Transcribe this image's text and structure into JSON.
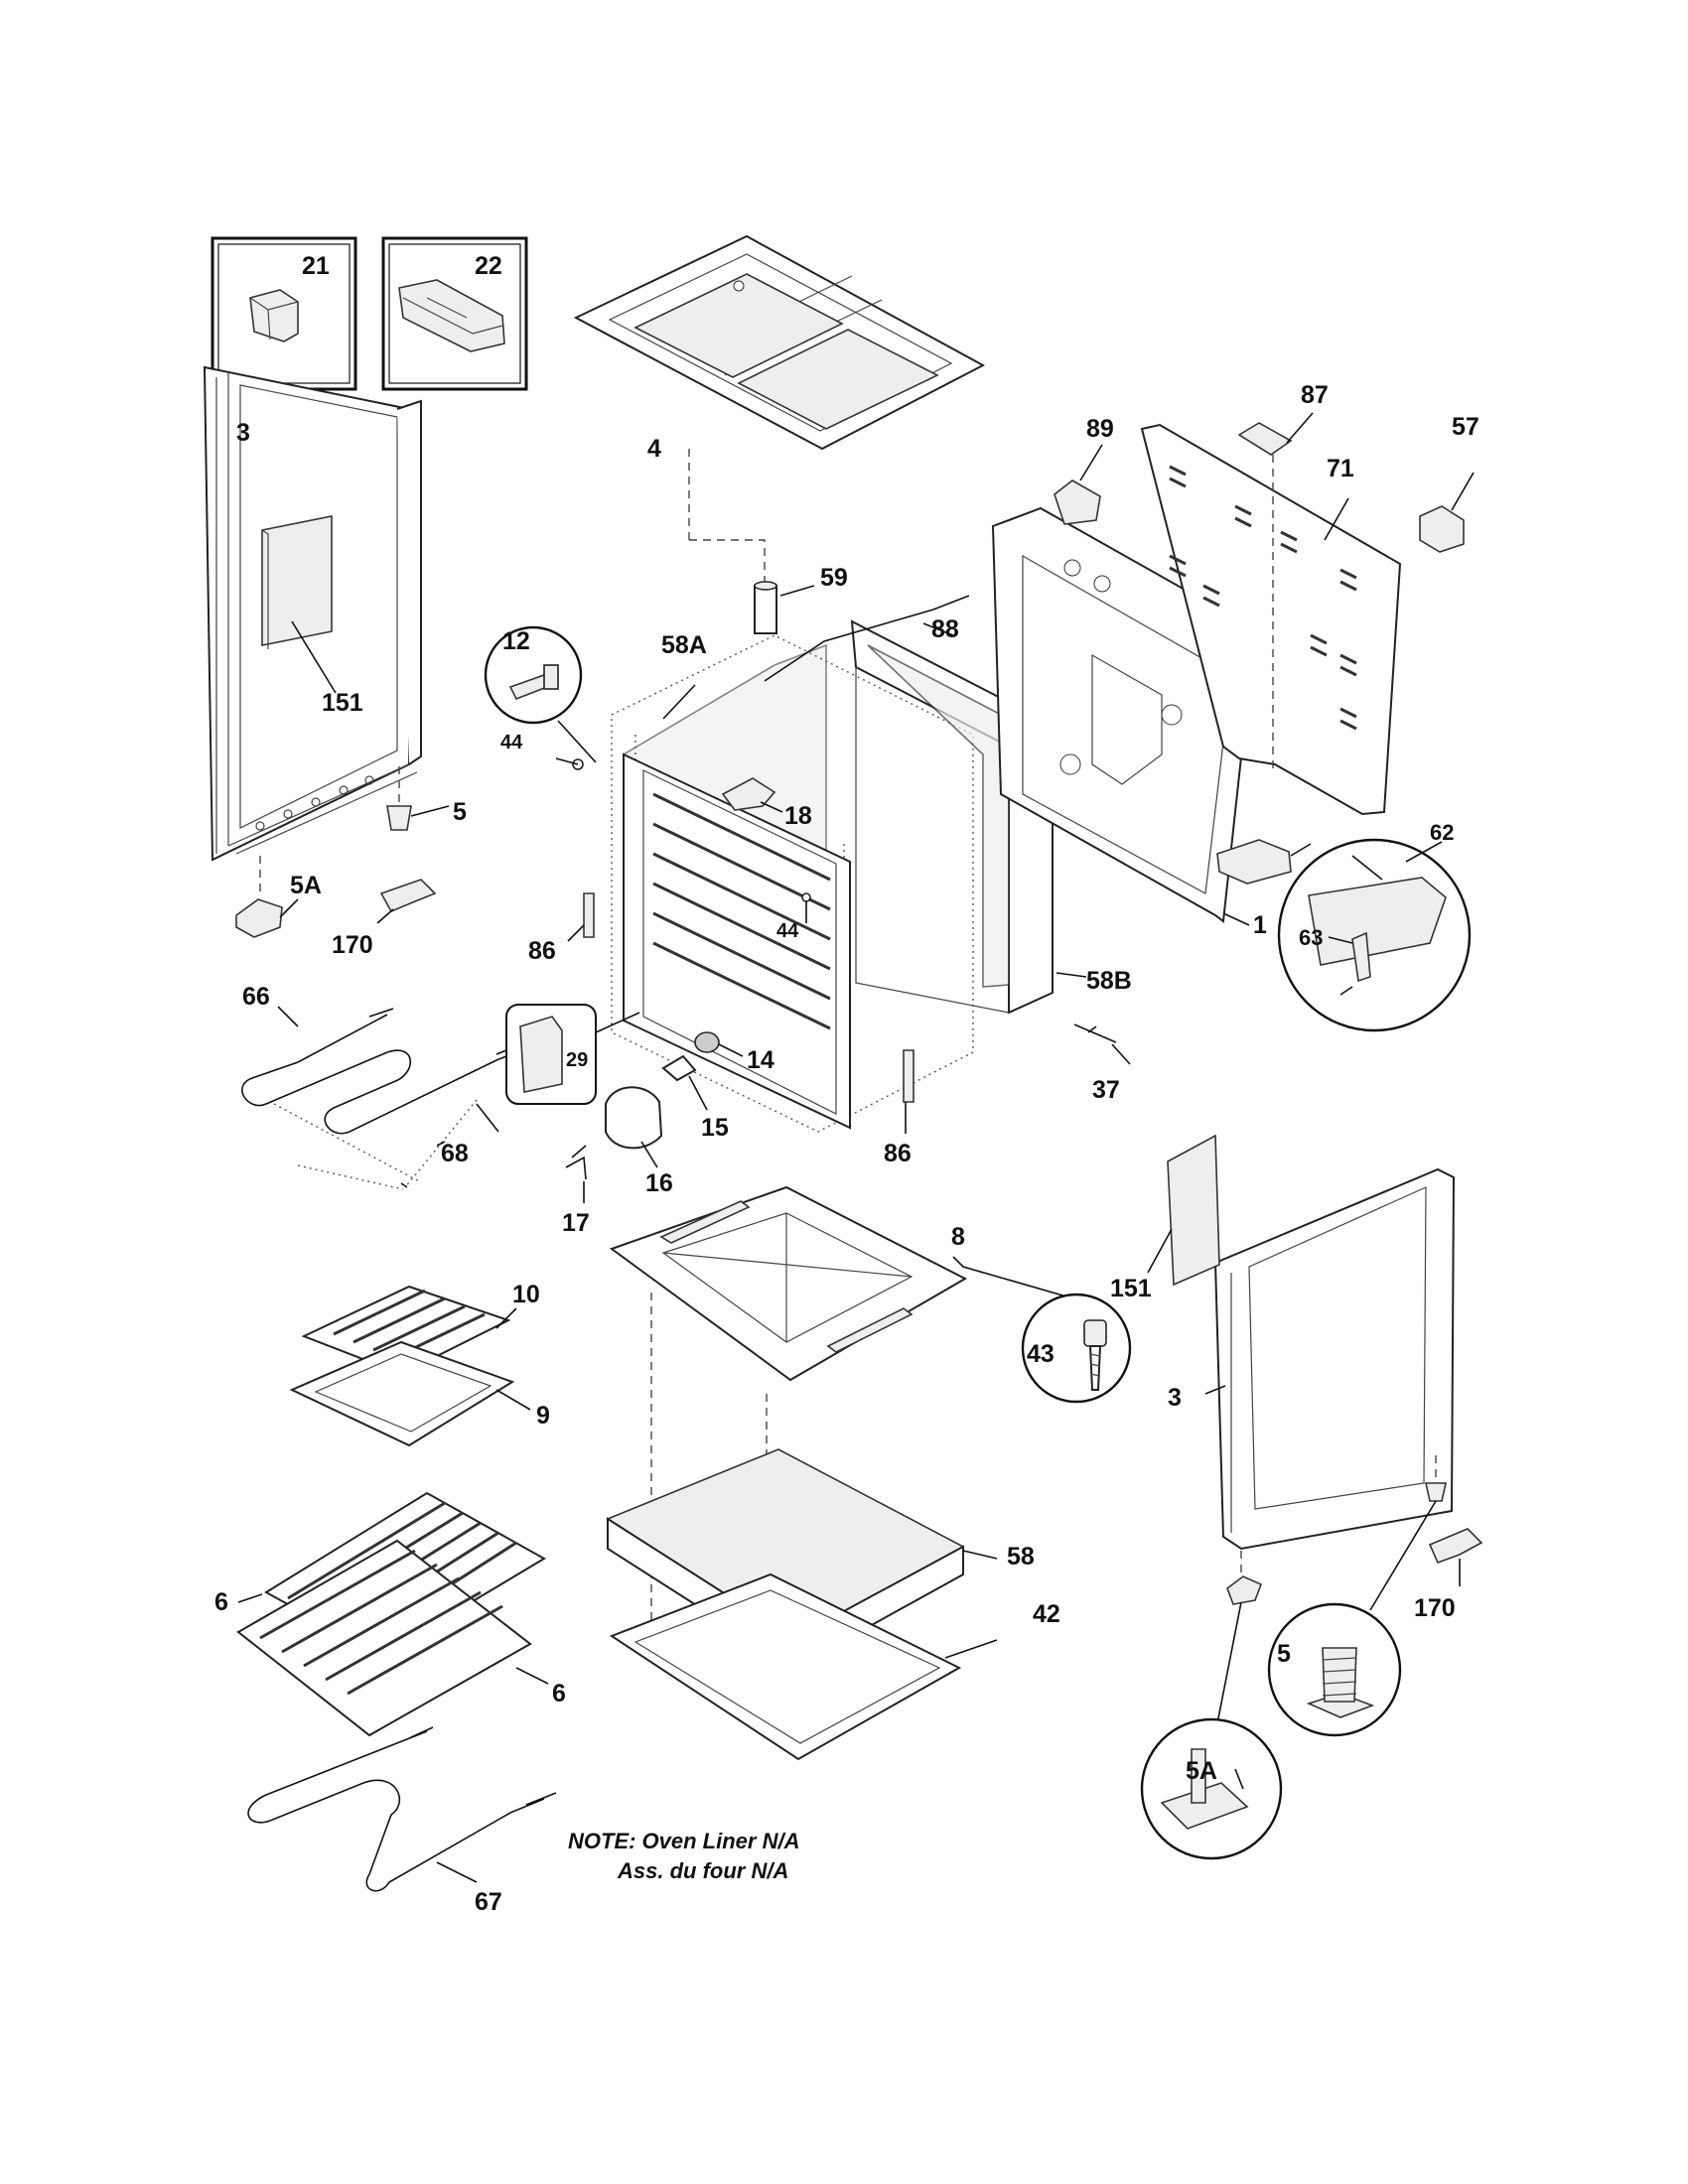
{
  "labels": {
    "l21": "21",
    "l22": "22",
    "l3a": "3",
    "l151a": "151",
    "l5a": "5",
    "l5Aa": "5A",
    "l170a": "170",
    "l4": "4",
    "l59": "59",
    "l12": "12",
    "l58A": "58A",
    "l88": "88",
    "l44a": "44",
    "l18": "18",
    "l44b": "44",
    "l86a": "86",
    "l58B": "58B",
    "l89": "89",
    "l87": "87",
    "l71": "71",
    "l57": "57",
    "l62": "62",
    "l63": "63",
    "l1": "1",
    "l66": "66",
    "l68": "68",
    "l29": "29",
    "l14": "14",
    "l15": "15",
    "l16": "16",
    "l17": "17",
    "l86b": "86",
    "l37": "37",
    "l8": "8",
    "l43": "43",
    "l151b": "151",
    "l3b": "3",
    "l10": "10",
    "l9": "9",
    "l58": "58",
    "l42": "42",
    "l6a": "6",
    "l6b": "6",
    "l5b": "5",
    "l5Ab": "5A",
    "l170b": "170",
    "l67": "67"
  },
  "note": {
    "line1": "NOTE: Oven Liner N/A",
    "line2": "Ass. du four N/A"
  }
}
